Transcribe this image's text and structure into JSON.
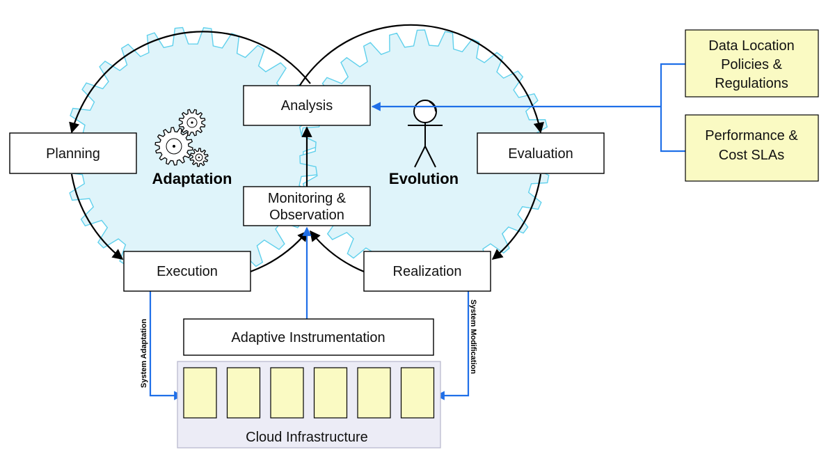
{
  "center_labels": {
    "left": "Adaptation",
    "right": "Evolution"
  },
  "boxes": {
    "analysis": "Analysis",
    "planning": "Planning",
    "evaluation": "Evaluation",
    "monitoring_line1": "Monitoring &",
    "monitoring_line2": "Observation",
    "execution": "Execution",
    "realization": "Realization",
    "instrumentation": "Adaptive Instrumentation"
  },
  "external_inputs": {
    "data_location_line1": "Data Location",
    "data_location_line2": "Policies &",
    "data_location_line3": "Regulations",
    "performance_line1": "Performance &",
    "performance_line2": "Cost SLAs"
  },
  "flow_labels": {
    "left": "System Adaptation",
    "right": "System Modification"
  },
  "infrastructure": {
    "label": "Cloud Infrastructure",
    "nodes": [
      "",
      "",
      "",
      "",
      "",
      ""
    ]
  },
  "colors": {
    "gear_fill": "#dff4fa",
    "gear_outline": "#5fd0ec",
    "flow_arrow": "#1f6fe8",
    "input_box": "#fafac3",
    "infra_panel": "#ececf6"
  }
}
